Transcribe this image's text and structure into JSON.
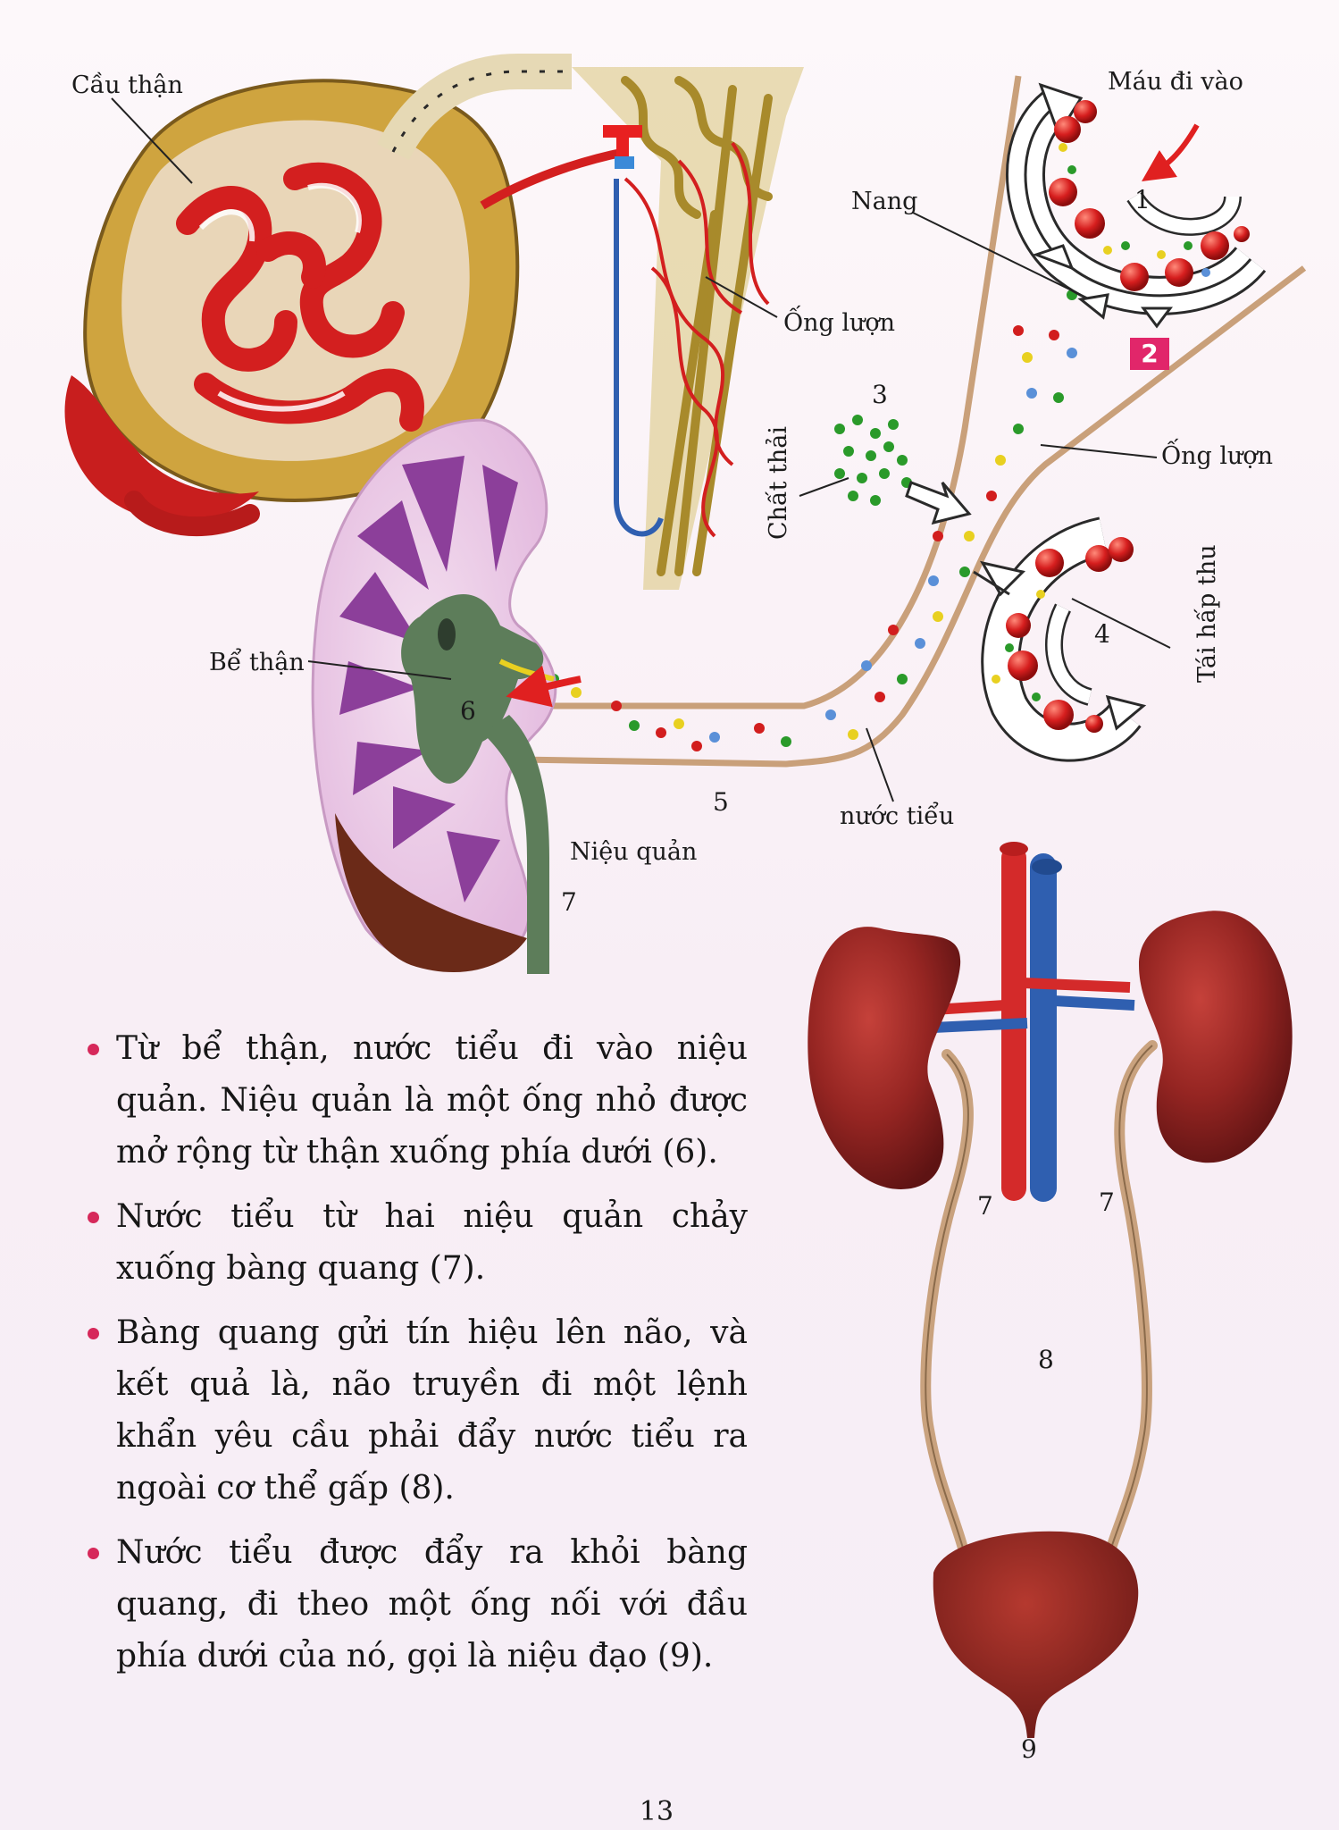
{
  "labels": {
    "glomerulus": "Cầu thận",
    "tubule_top": "Ống lượn",
    "blood_in": "Máu đi vào",
    "capsule": "Nang",
    "tubule_right": "Ống lượn",
    "waste": "Chất thải",
    "reabsorb": "Tái hấp thu",
    "renal_pelvis": "Bể thận",
    "ureter": "Niệu quản",
    "urine": "nước tiểu"
  },
  "numbers": {
    "n1": "1",
    "n2": "2",
    "n3": "3",
    "n4": "4",
    "n5": "5",
    "n6": "6",
    "n7a": "7",
    "n7b": "7",
    "n7c": "7",
    "n8": "8",
    "n9": "9"
  },
  "bullets": [
    {
      "text": "Từ bể thận, nước tiểu đi vào niệu quản. Niệu quản là một ống nhỏ được mở rộng từ thận xuống phía dưới (6)."
    },
    {
      "text": "Nước tiểu từ hai niệu quản chảy xuống bàng quang (7)."
    },
    {
      "text": "Bàng quang gửi tín hiệu lên não, và kết quả là, não truyền đi một lệnh khẩn yêu cầu phải đẩy nước tiểu ra ngoài cơ thể gấp (8)."
    },
    {
      "text": "Nước tiểu được đẩy ra khỏi bàng quang, đi theo một ống nối với đầu phía dưới của nó, gọi là niệu đạo (9)."
    }
  ],
  "page_number": "13",
  "colors": {
    "bullet": "#d6285a",
    "badge": "#e1266a",
    "artery": "#d42a2a",
    "vein": "#2f5fb0",
    "kidney": "#8a1f1c",
    "ureter": "#c9a27e"
  }
}
